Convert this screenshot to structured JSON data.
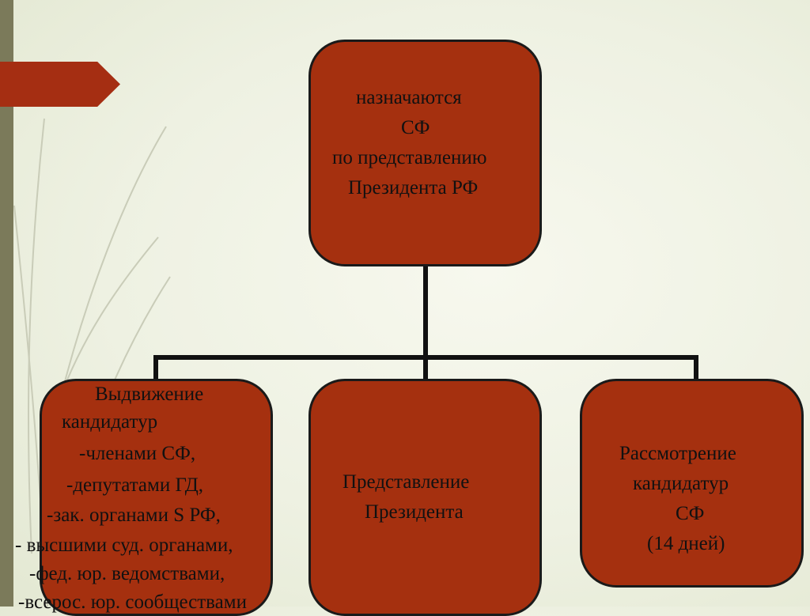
{
  "slide": {
    "colors": {
      "box_fill": "#a5300f",
      "box_border": "#1a1a1a",
      "connector": "#111111",
      "accent_tab": "#a52e12",
      "side_strip": "#7b7a5a",
      "background": "#eef1e2"
    }
  },
  "top_box": {
    "lines": [
      "назначаются",
      "СФ",
      "по представлению",
      "Президента РФ"
    ]
  },
  "left_box": {
    "lines": [
      "Выдвижение",
      "кандидатур",
      "-членами СФ,",
      "-депутатами ГД,",
      "-зак. органами S РФ,",
      "- высшими суд. органами,",
      "-фед. юр. ведомствами,",
      "-всерос. юр. сообществами"
    ]
  },
  "middle_box": {
    "lines": [
      "Представление",
      "Президента"
    ]
  },
  "right_box": {
    "lines": [
      "Рассмотрение",
      "кандидатур",
      "СФ",
      "(14 дней)"
    ]
  }
}
